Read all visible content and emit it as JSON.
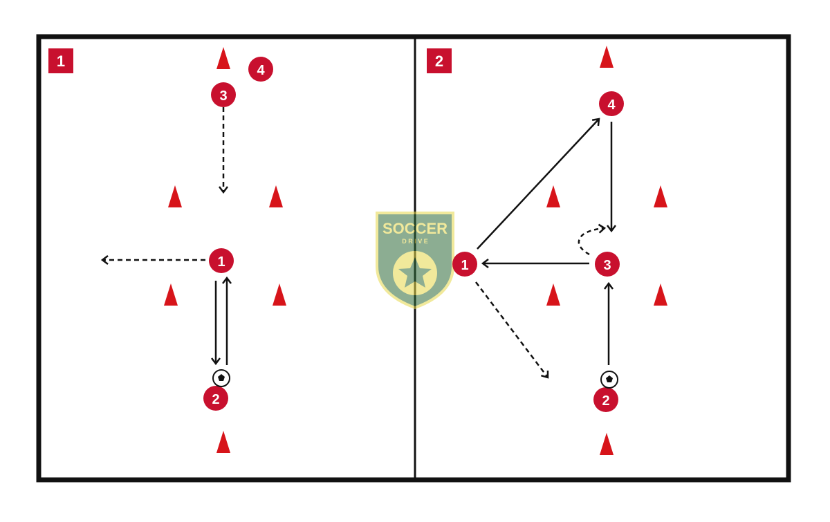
{
  "colors": {
    "field_border": "#111111",
    "player_fill": "#c8102e",
    "player_text": "#ffffff",
    "cone_fill": "#d7141a",
    "arrow_color": "#111111",
    "logo_green": "#2f6b3a",
    "logo_yellow": "#e6d84a"
  },
  "panels": [
    {
      "label": "1"
    },
    {
      "label": "2"
    }
  ],
  "logo": {
    "line1": "SOCCER",
    "line2": "D R I V E"
  },
  "players": {
    "p1_1": "1",
    "p1_2": "2",
    "p1_3": "3",
    "p1_4": "4",
    "p2_1": "1",
    "p2_2": "2",
    "p2_3": "3",
    "p2_4": "4"
  },
  "icons": {
    "cone": "cone-icon",
    "ball": "soccer-ball-icon",
    "logo": "soccer-drive-logo"
  }
}
